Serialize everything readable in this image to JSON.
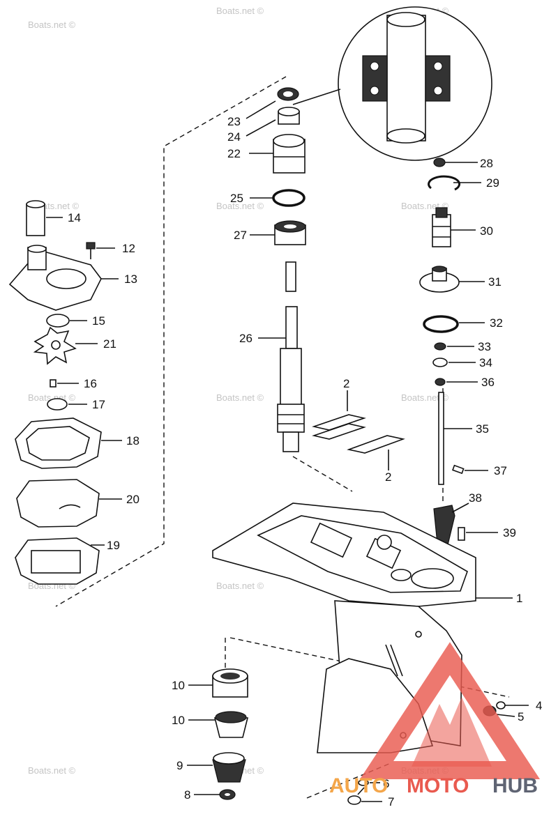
{
  "watermark": "Boats.net ©",
  "logo": {
    "part1": "AUTO",
    "part2": "MOTO",
    "part3": "HUB"
  },
  "callouts": {
    "c1": "1",
    "c2a": "2",
    "c2b": "2",
    "c4": "4",
    "c5": "5",
    "c6": "6",
    "c7": "7",
    "c8": "8",
    "c9": "9",
    "c10a": "10",
    "c10b": "10",
    "c12": "12",
    "c13": "13",
    "c14": "14",
    "c15": "15",
    "c16": "16",
    "c17": "17",
    "c18": "18",
    "c19": "19",
    "c20": "20",
    "c21": "21",
    "c22": "22",
    "c23": "23",
    "c24": "24",
    "c25": "25",
    "c26": "26",
    "c27": "27",
    "c28": "28",
    "c29": "29",
    "c30": "30",
    "c31": "31",
    "c32": "32",
    "c33": "33",
    "c34": "34",
    "c35": "35",
    "c36": "36",
    "c37": "37",
    "c38": "38",
    "c39": "39"
  },
  "colors": {
    "line": "#111111",
    "watermark": "#c4c4c4",
    "logo_orange": "#f4a64a",
    "logo_red": "#e95a4f",
    "logo_gray": "#5f6473"
  }
}
